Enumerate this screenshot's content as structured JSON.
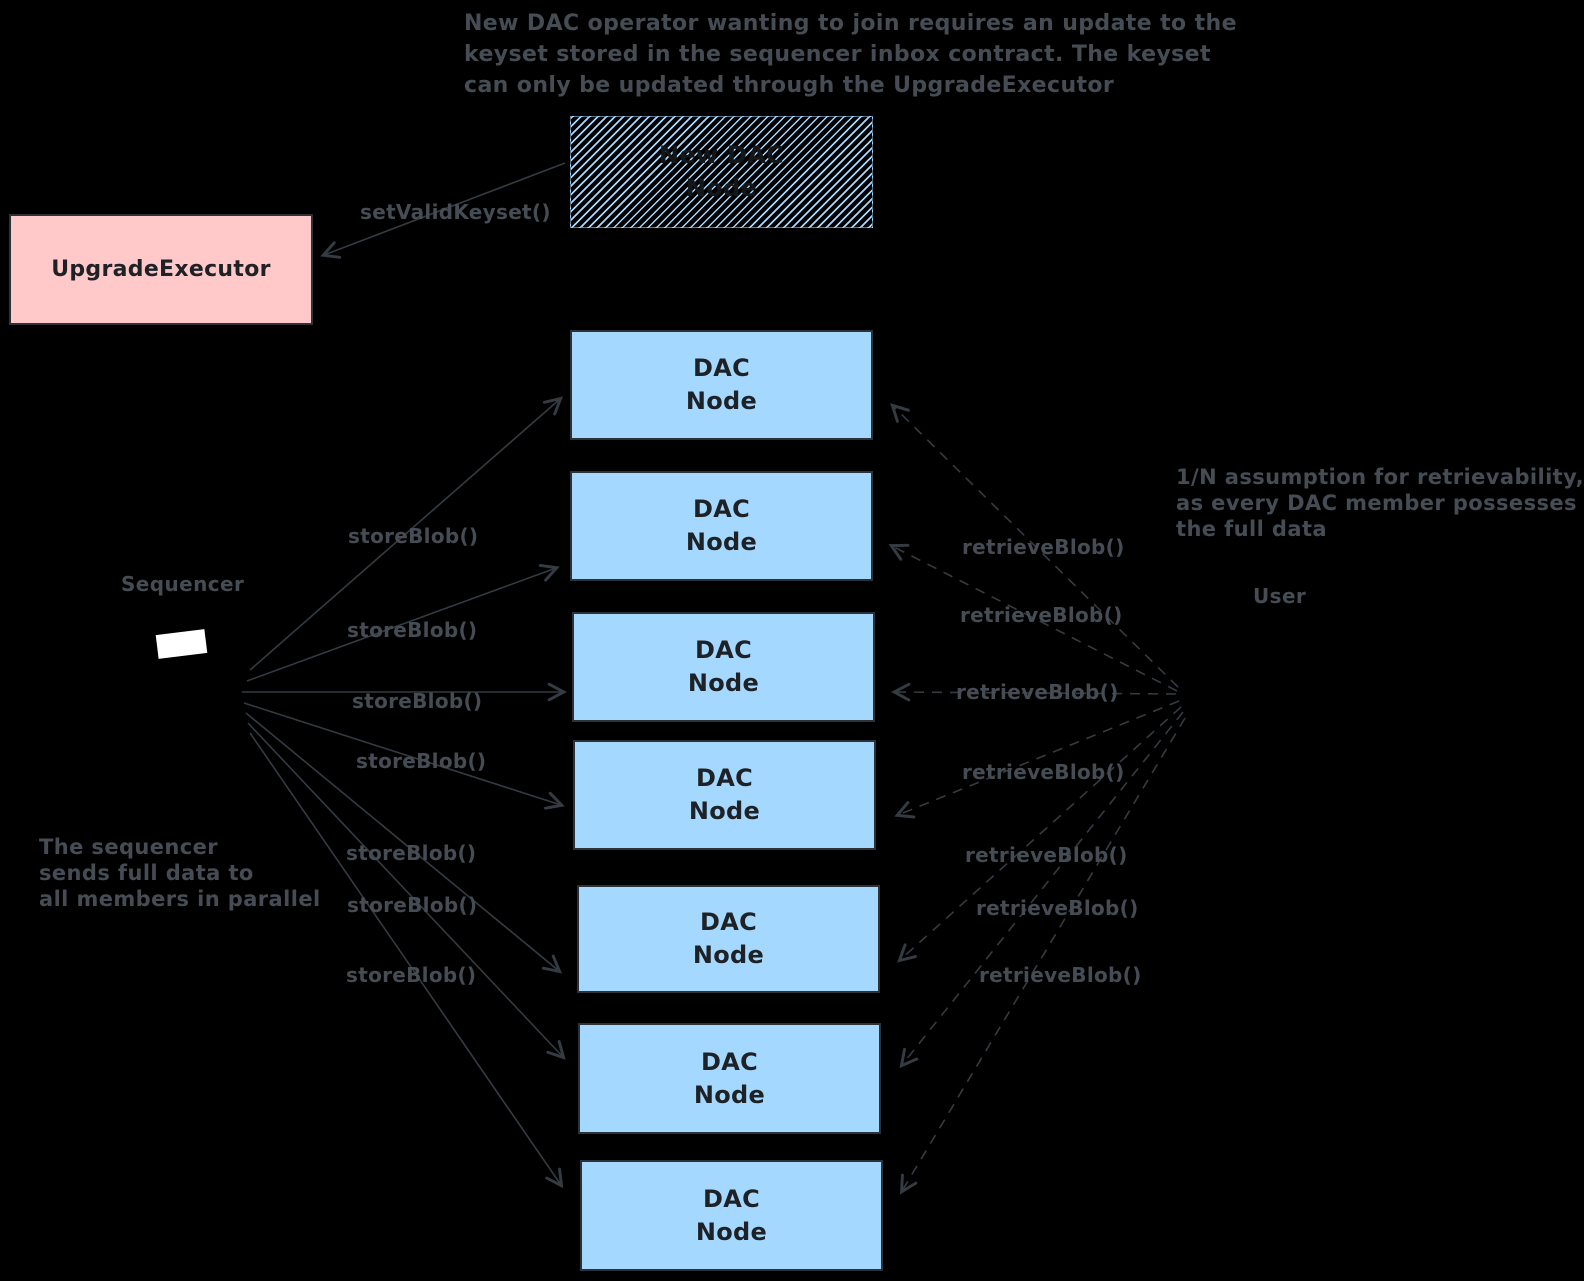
{
  "notes": {
    "top": {
      "lines": [
        "New DAC operator wanting to join requires an update to the",
        "keyset stored in the sequencer inbox contract. The keyset",
        "can only be updated through the UpgradeExecutor"
      ]
    },
    "left": {
      "lines": [
        "The sequencer",
        "sends full data to",
        "all members in parallel"
      ]
    },
    "right": {
      "lines": [
        "1/N assumption for retrievability,",
        "as every DAC member possesses",
        "the full data"
      ]
    }
  },
  "nodes": {
    "upgrade_executor": {
      "label": "UpgradeExecutor"
    },
    "new_dac_node": {
      "line1": "New DAC",
      "line2": "Node"
    },
    "dac_node": {
      "line1": "DAC",
      "line2": "Node",
      "count": 7
    },
    "sequencer": {
      "label": "Sequencer"
    },
    "user": {
      "label": "User"
    }
  },
  "edges": {
    "set_valid_keyset_label": "setValidKeyset()",
    "store_blob_label": "storeBlob()",
    "retrieve_blob_label": "retrieveBlob()",
    "store_blob_count": 7,
    "retrieve_blob_count": 7
  },
  "colors": {
    "background": "#000000",
    "dac_node_fill": "#a5d8ff",
    "new_dac_node_hatch": "#a5d8ff",
    "upgrade_executor_fill": "#ffc9c9",
    "stroke": "#343b42",
    "annotation_text": "#454c54",
    "box_text": "#1e2226",
    "sequencer_screen": "#ffffff"
  }
}
